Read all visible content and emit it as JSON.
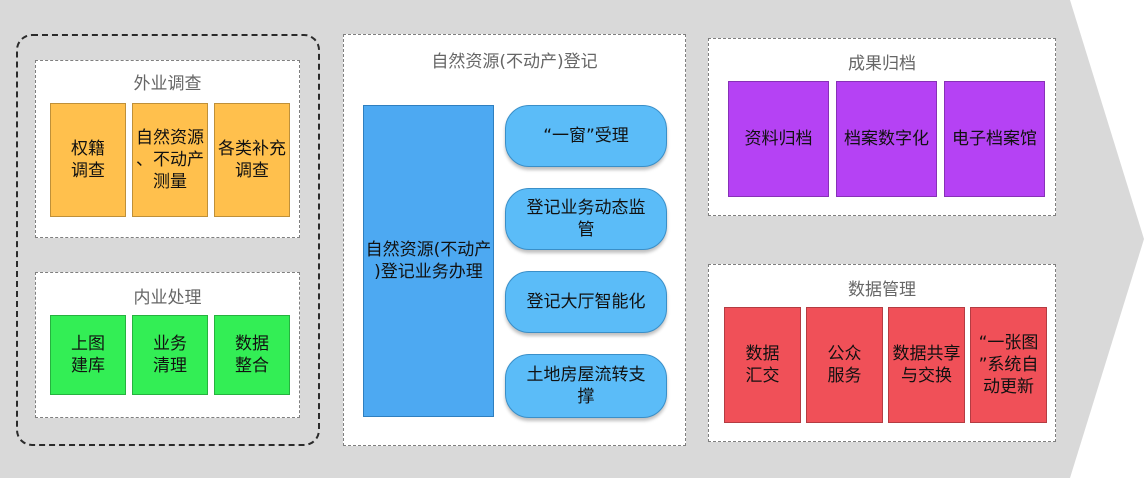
{
  "field_survey": {
    "title": "外业调查",
    "items": [
      "权籍\n调查",
      "自然资源\n、不动产\n测量",
      "各类补充\n调查"
    ]
  },
  "office_processing": {
    "title": "内业处理",
    "items": [
      "上图\n建库",
      "业务\n清理",
      "数据\n整合"
    ]
  },
  "registration": {
    "title": "自然资源(不动产)登记",
    "main": "自然资源(不动产\n)登记业务办理",
    "items": [
      "“一窗”受理",
      "登记业务动态监\n管",
      "登记大厅智能化",
      "土地房屋流转支\n撑"
    ]
  },
  "archive": {
    "title": "成果归档",
    "items": [
      "资料归档",
      "档案数字化",
      "电子档案馆"
    ]
  },
  "data_management": {
    "title": "数据管理",
    "items": [
      "数据\n汇交",
      "公众\n服务",
      "数据共享\n与交换",
      "“一张图\n”系统自\n动更新"
    ]
  },
  "colors": {
    "arrow": "#d9d9d9",
    "orange": "#ffc04d",
    "green": "#33ee55",
    "blue": "#4da9f2",
    "light_blue": "#5bbcf8",
    "purple": "#b542f4",
    "red": "#f05058"
  }
}
